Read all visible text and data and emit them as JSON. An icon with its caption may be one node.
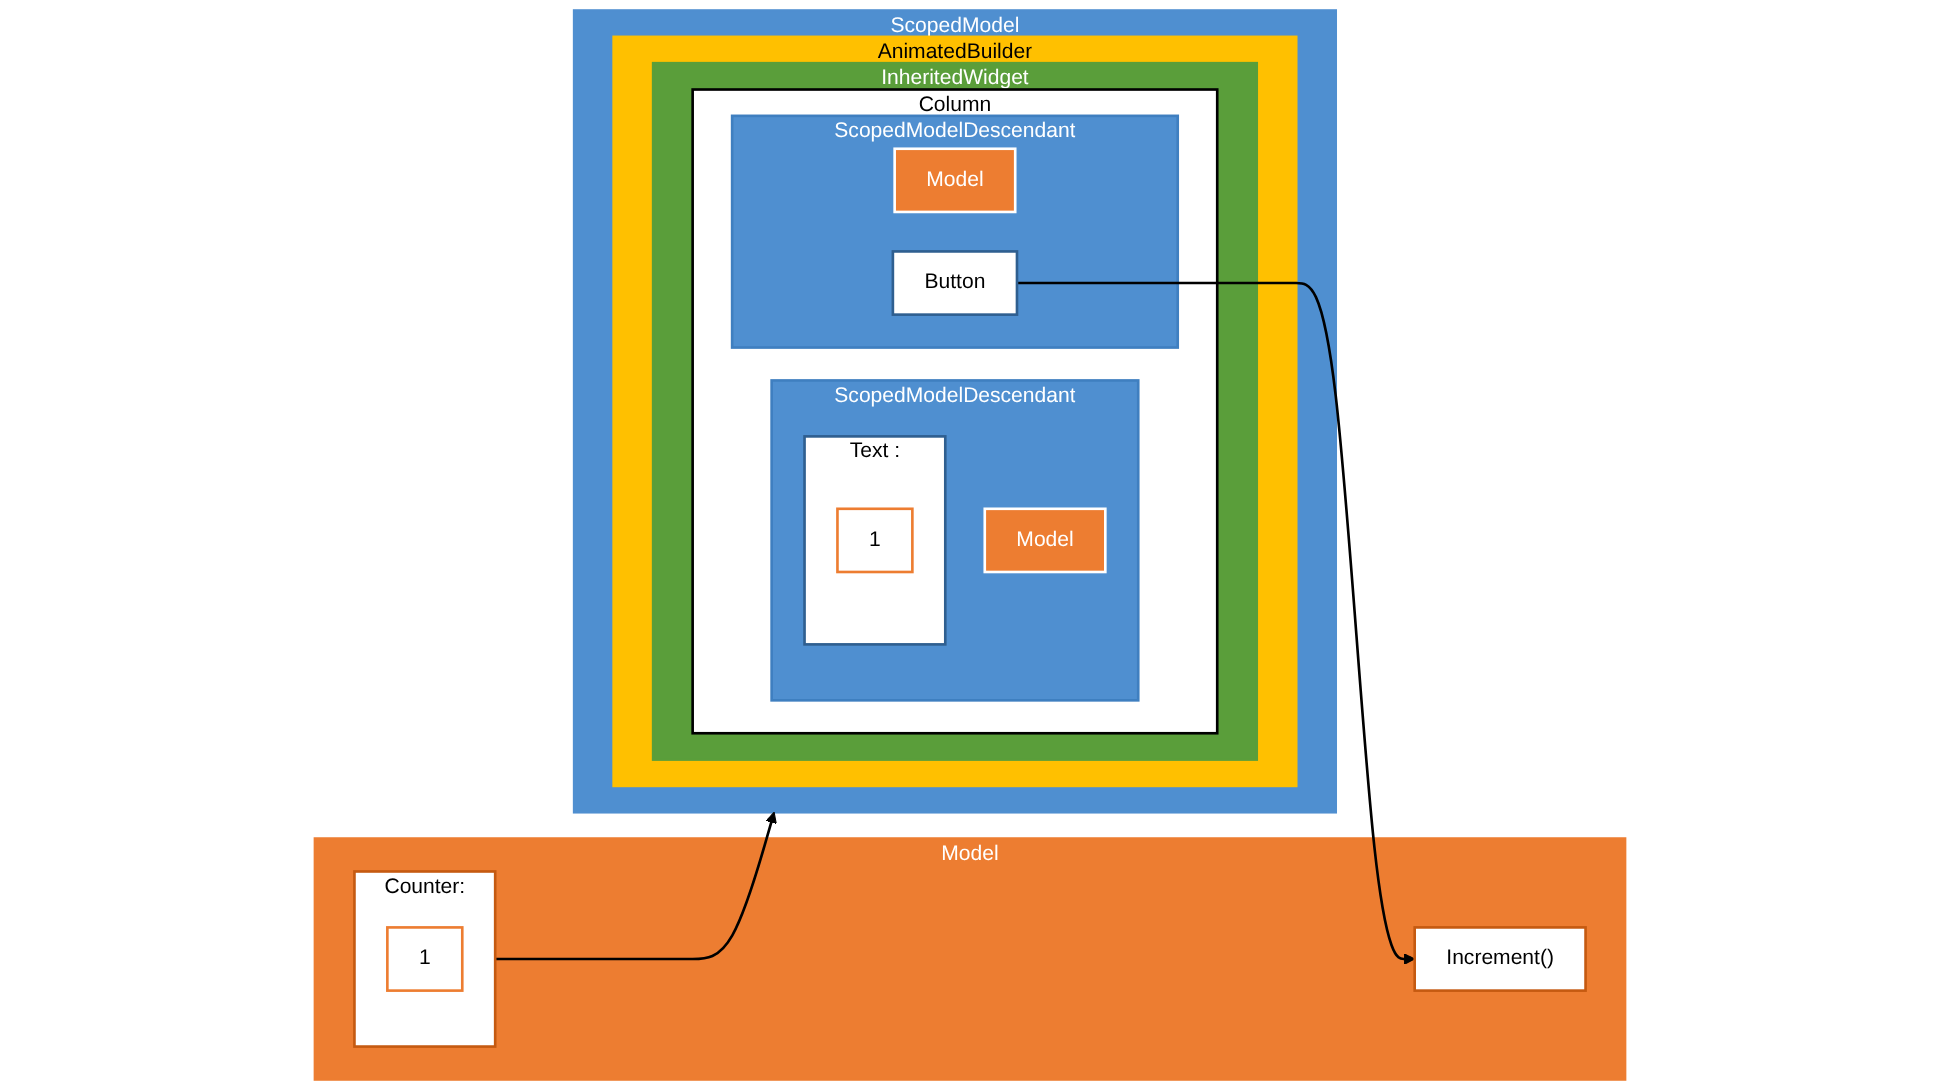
{
  "diagram": {
    "nodes": [
      {
        "text": [
          "Model"
        ]
      },
      {
        "text": [
          "Counter:"
        ],
        "in": 0
      },
      {
        "text": [
          "1"
        ],
        "in": 1
      },
      {
        "text": [
          "Increment()"
        ],
        "in": 0
      },
      {
        "text": [
          "ScopedModel"
        ]
      },
      {
        "text": [
          "AnimatedBuilder"
        ],
        "in": 4
      },
      {
        "text": [
          "InheritedWidget"
        ],
        "in": 5
      },
      {
        "text": [
          "Column"
        ],
        "in": 6
      },
      {
        "text": [
          "ScopedModelDescendant"
        ],
        "in": 7
      },
      {
        "text": [
          "Model"
        ],
        "in": 8
      },
      {
        "text": [
          "Text :"
        ],
        "in": 8
      },
      {
        "text": [
          "1"
        ],
        "in": 10
      },
      {
        "text": [
          "ScopedModelDescendant"
        ],
        "in": 7
      },
      {
        "text": [
          "Model"
        ],
        "in": 12
      },
      {
        "text": [
          "Button"
        ],
        "in": 12
      }
    ],
    "edges": [
      {
        "from": 1,
        "to": 4,
        "arrow": "to"
      },
      {
        "from": 14,
        "to": 3,
        "arrow": "to"
      }
    ]
  }
}
